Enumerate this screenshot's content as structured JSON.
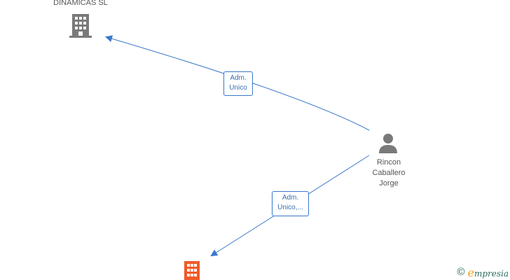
{
  "nodes": {
    "top_company": {
      "name": "DINAMICAS  SL",
      "type": "company",
      "color": "#7a7a7a"
    },
    "person": {
      "name_lines": [
        "Rincon",
        "Caballero",
        "Jorge"
      ],
      "type": "person",
      "color": "#7a7a7a"
    },
    "bottom_company": {
      "type": "company",
      "color": "#f05a28"
    }
  },
  "edges": {
    "to_top": {
      "label_lines": [
        "Adm.",
        "Unico"
      ],
      "color": "#3a78c9"
    },
    "to_bottom": {
      "label_lines": [
        "Adm.",
        "Unico,..."
      ],
      "color": "#3a78c9"
    }
  },
  "watermark": {
    "symbol": "©",
    "brand": "mpresia",
    "brand_initial": "e",
    "brand_color": "#f0a020",
    "text_color": "#2a6a5a"
  }
}
